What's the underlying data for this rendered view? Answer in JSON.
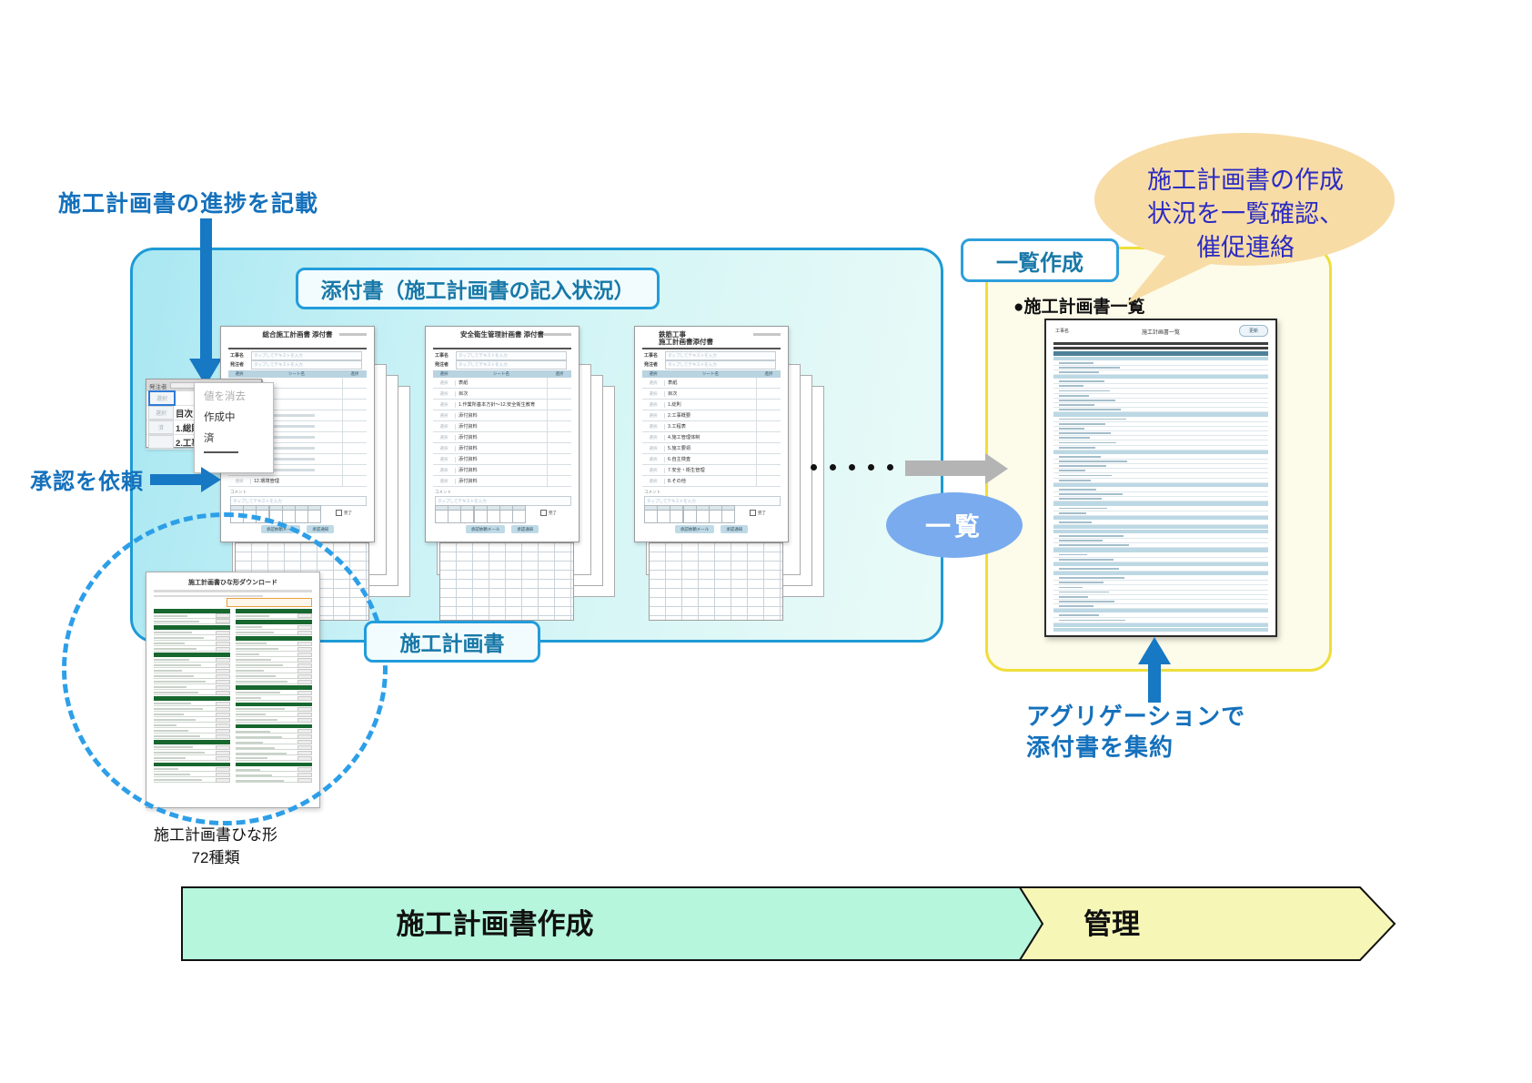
{
  "annotations": {
    "progress_note": "施工計画書の進捗を記載",
    "approval_note": "承認を依頼",
    "aggregation_line1": "アグリゲーションで",
    "aggregation_line2": "添付書を集約",
    "bubble_line1": "施工計画書の作成",
    "bubble_line2": "状況を一覧確認、",
    "bubble_line3": "催促連絡"
  },
  "labels": {
    "attachment_box": "添付書（施工計画書の記入状況）",
    "plan_box": "施工計画書",
    "list_create_box": "一覧作成",
    "list_heading": "●施工計画書一覧",
    "list_badge": "一覧"
  },
  "documents": {
    "status_text": "選択",
    "table_header": [
      "選択",
      "シート名",
      "進捗"
    ],
    "field_labels": [
      "工事名",
      "発注者"
    ],
    "placeholder": "タップしてテキストを入力",
    "comment_label": "コメント",
    "complete_checkbox": "完了",
    "buttons": [
      "承認依頼メール",
      "承認通知"
    ],
    "items": [
      {
        "title": "総合施工計画書 添付書",
        "subtitle": "",
        "rows": [
          "表紙",
          "目次",
          "1.総則",
          "",
          "",
          "",
          "",
          "",
          "",
          "12.環境管理"
        ]
      },
      {
        "title": "安全衛生管理計画書 添付書",
        "subtitle": "",
        "rows": [
          "表紙",
          "目次",
          "1.作業所基本方針～12.安全衛生教育",
          "添付資料",
          "添付資料",
          "添付資料",
          "添付資料",
          "添付資料",
          "添付資料",
          "添付資料"
        ]
      },
      {
        "title": "鉄筋工事",
        "subtitle": "施工計画書添付書",
        "rows": [
          "表紙",
          "目次",
          "1.総則",
          "2.工事概要",
          "3.工程表",
          "4.施工管理体制",
          "5.施工要領",
          "6.自主検査",
          "7.安全・衛生管理",
          "8.その他"
        ]
      }
    ]
  },
  "popup": {
    "field_label": "発注者",
    "rows": [
      {
        "status": "選択",
        "label": "",
        "selected": true
      },
      {
        "status": "選択",
        "label": "目次",
        "selected": false
      },
      {
        "status": "済",
        "label": "1.総則",
        "selected": false
      },
      {
        "status": "",
        "label": "2.工事概要",
        "selected": false
      }
    ],
    "menu_items": [
      "値を消去",
      "作成中",
      "済"
    ]
  },
  "template_doc": {
    "title": "施工計画書ひな形ダウンロード",
    "caption_line1": "施工計画書ひな形",
    "caption_line2": "72種類",
    "col1_pattern": "HIIHIIIIHIIIIIIIHIIIIIIIHIIIHIII",
    "col2_pattern": "HIHIIHIIIIIIIIHIIHIIIHIIIIIIHIII"
  },
  "list_doc": {
    "field": "工事名",
    "title": "施工計画書一覧",
    "button": "更新",
    "rows_pattern": "DDTSrrrSrrrrrrrSrrrrrrrSrrrrrrSrrrSrrSrSSrrrSrrSrSrrrrrrrSrrSS"
  },
  "banners": [
    {
      "label": "施工計画書作成"
    },
    {
      "label": "管理"
    }
  ],
  "colors": {
    "annotation_blue": "#1571BC",
    "arrow_blue": "#1778C4",
    "cyan_border": "#1E9AD6",
    "label_text": "#1878A8",
    "yellow_border": "#EFDE3B",
    "bubble_fill": "#F8DCA6",
    "bubble_text": "#2C2CC2",
    "badge_fill": "#79ABEE",
    "banner1_fill": "#B5F6DC",
    "banner2_fill": "#F6F7B7",
    "template_header_green": "#17672F"
  }
}
